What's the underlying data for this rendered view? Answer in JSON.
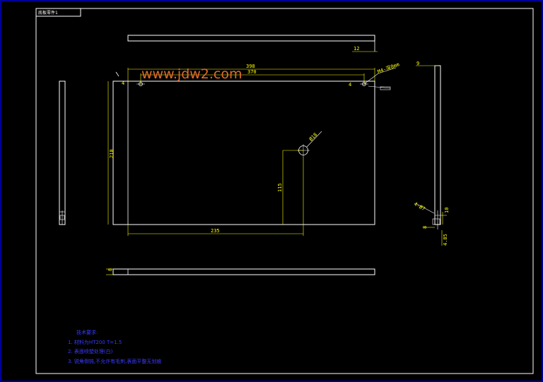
{
  "title_block": {
    "label": "底板零件1"
  },
  "watermark": "www.jdw2.com",
  "dimensions": {
    "thickness_top": "12",
    "overall_width": "398",
    "inner_width": "370",
    "hole_spec": "M4-深8mm",
    "height": "210",
    "hole_diameter": "Ø18",
    "hole_y": "115",
    "hole_x": "235",
    "side_top": "9",
    "side_hole": "4-Ø7",
    "side_dim_a": "10",
    "side_dim_b": "8",
    "side_dim_c": "4.85",
    "bottom_thickness": "8"
  },
  "notes": {
    "heading": "技术要求:",
    "items": [
      "1. 材料为HT200 T=1.5",
      "2. 表面喷塑处理(白)",
      "3. 锐角倒钝,不允许有毛刺,表面平整无划痕"
    ]
  },
  "colors": {
    "border": "#0000cc",
    "frame": "#ffffff",
    "dimension": "#ffff00",
    "notes": "#3b3bff",
    "watermark": "#e06a2a"
  }
}
